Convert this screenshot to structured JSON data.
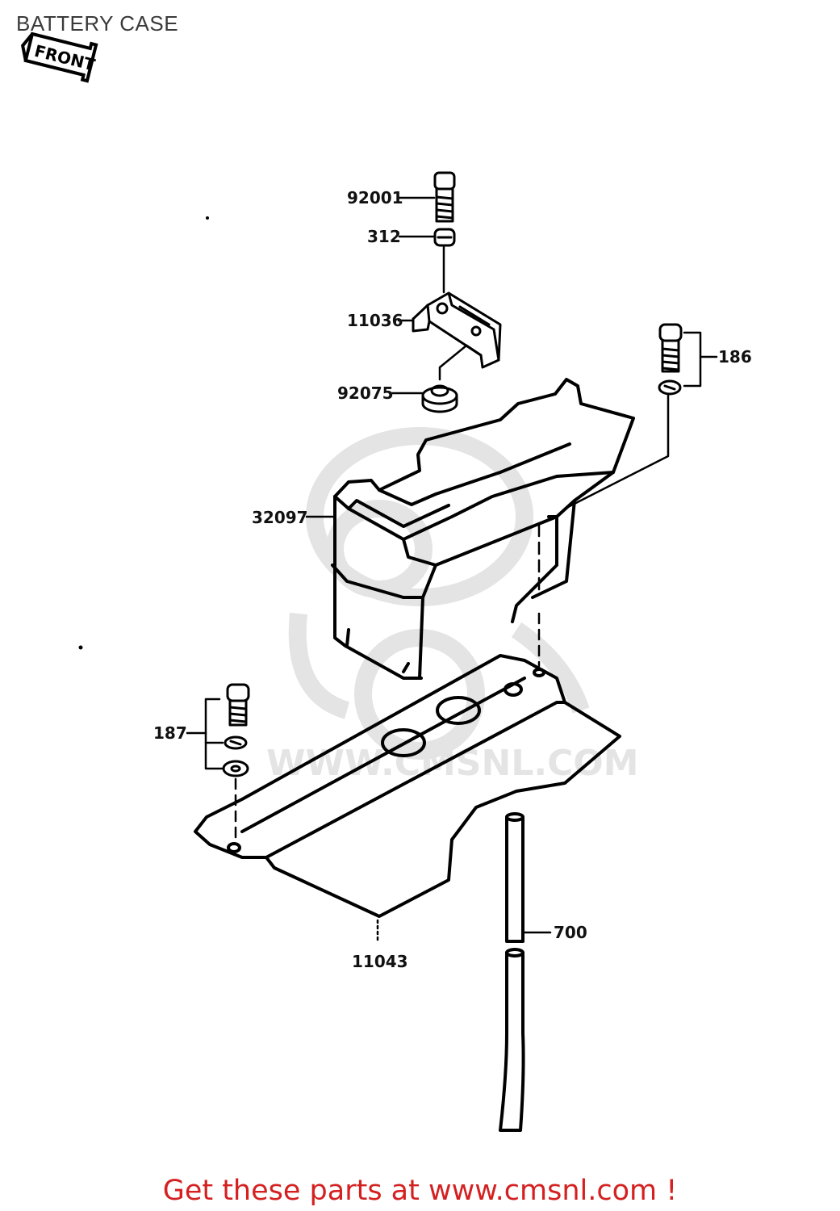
{
  "title": "BATTERY CASE",
  "front_marker": "FRONT",
  "watermark": "WWW.CMSNL.COM",
  "footer": "Get these parts at www.cmsnl.com !",
  "parts": {
    "p92001": "92001",
    "p312": "312",
    "p11036": "11036",
    "p92075": "92075",
    "p186": "186",
    "p32097": "32097",
    "p187": "187",
    "p11043": "11043",
    "p700": "700"
  },
  "colors": {
    "line": "#000000",
    "footer": "#d42020",
    "watermark": "#e6e6e6"
  }
}
